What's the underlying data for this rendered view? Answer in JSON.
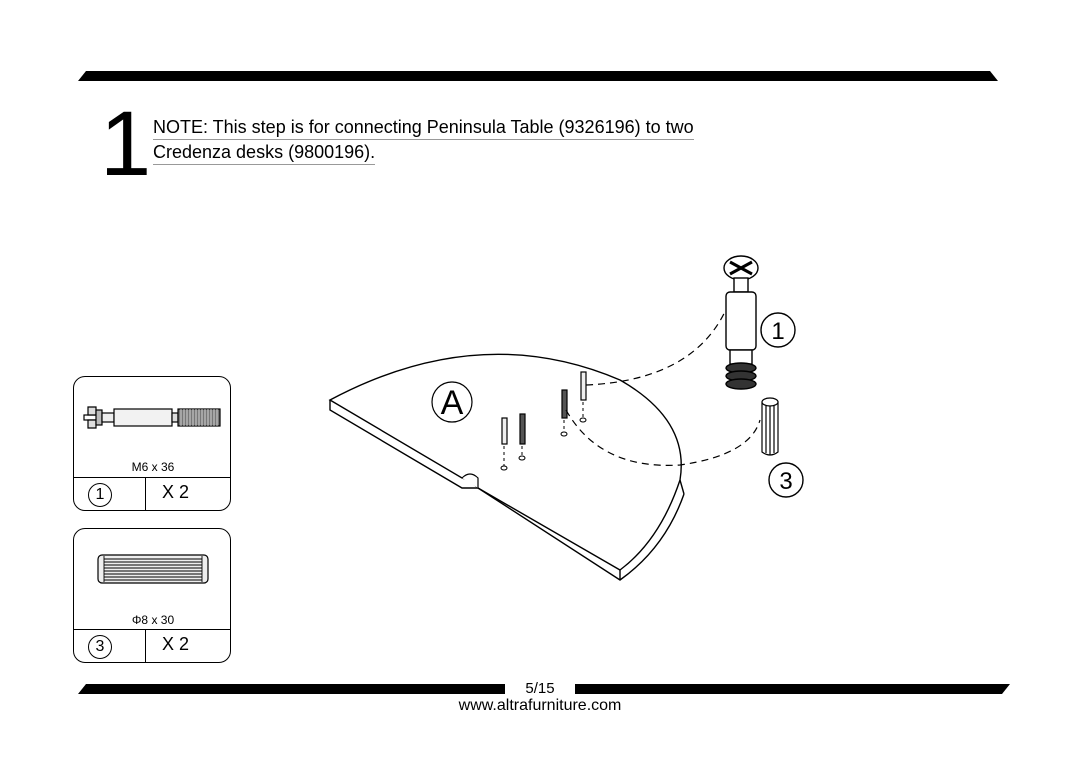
{
  "step": {
    "number": "1",
    "note_line1": "NOTE: This step is for connecting Peninsula Table (9326196) to two",
    "note_line2": "Credenza desks (9800196)."
  },
  "parts": [
    {
      "id": "1",
      "spec": "M6 x 36",
      "quantity": "X 2",
      "icon": "cam-bolt-icon"
    },
    {
      "id": "3",
      "spec": "Φ8 x 30",
      "quantity": "X 2",
      "icon": "wood-dowel-icon"
    }
  ],
  "diagram": {
    "panel_label": "A",
    "callout_1": "1",
    "callout_3": "3"
  },
  "footer": {
    "page": "5/15",
    "website": "www.altrafurniture.com"
  }
}
